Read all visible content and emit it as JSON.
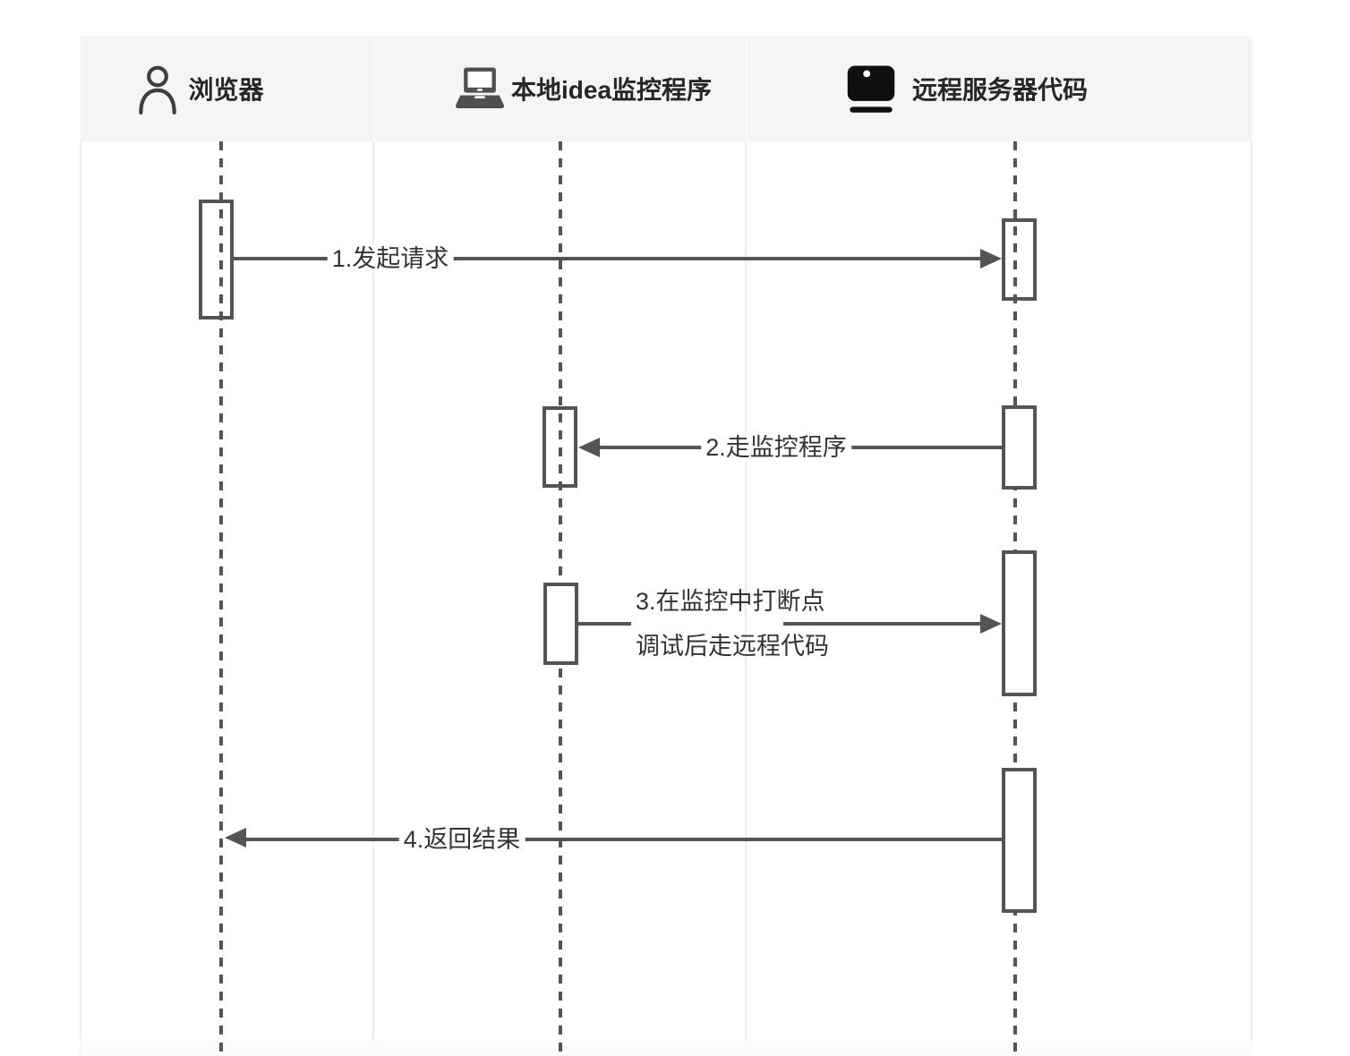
{
  "actors": [
    {
      "name": "浏览器",
      "icon": "person-icon"
    },
    {
      "name": "本地idea监控程序",
      "icon": "laptop-icon"
    },
    {
      "name": "远程服务器代码",
      "icon": "monitor-icon"
    }
  ],
  "messages": [
    {
      "label": "1.发起请求",
      "from": "浏览器",
      "to": "远程服务器代码",
      "direction": "right"
    },
    {
      "label": "2.走监控程序",
      "from": "远程服务器代码",
      "to": "本地idea监控程序",
      "direction": "left"
    },
    {
      "label_line1": "3.在监控中打断点",
      "label_line2": "调试后走远程代码",
      "from": "本地idea监控程序",
      "to": "远程服务器代码",
      "direction": "right"
    },
    {
      "label": "4.返回结果",
      "from": "远程服务器代码",
      "to": "浏览器",
      "direction": "left"
    }
  ],
  "colors": {
    "stroke": "#545454",
    "message_text": "#333333",
    "header_text": "#262626",
    "header_bg": "#f4f5f5",
    "grid_line": "#ededed"
  }
}
